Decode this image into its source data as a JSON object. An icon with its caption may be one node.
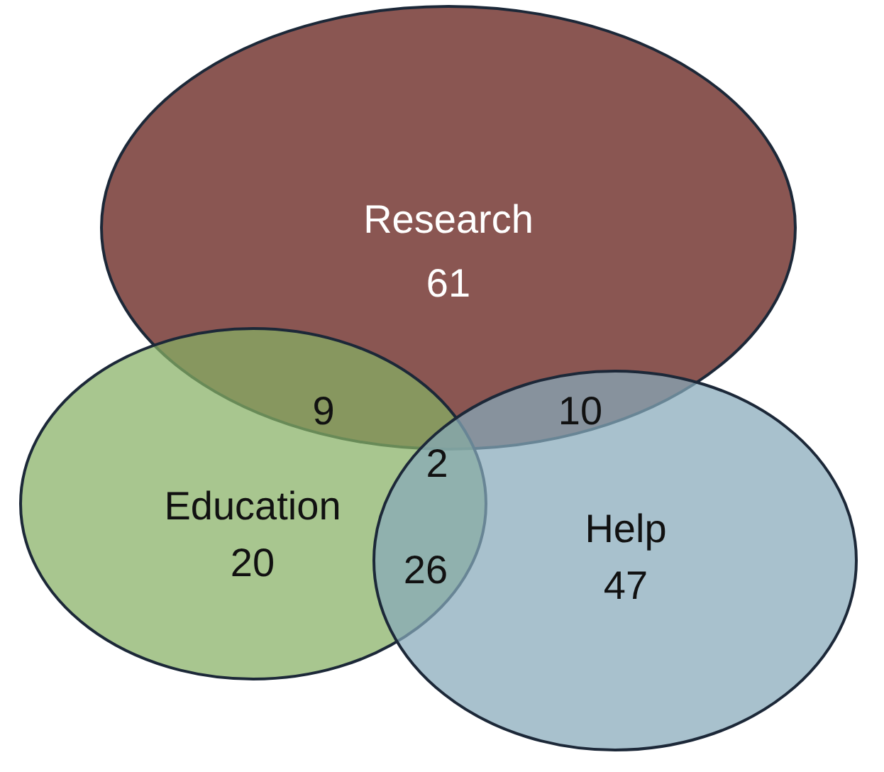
{
  "diagram": {
    "nodes": [
      {
        "text": [
          "Research",
          "61"
        ]
      },
      {
        "text": [
          "Education",
          "20"
        ]
      },
      {
        "text": [
          "Help",
          "47"
        ]
      }
    ],
    "labels": [
      "9",
      "10",
      "2",
      "26"
    ]
  }
}
